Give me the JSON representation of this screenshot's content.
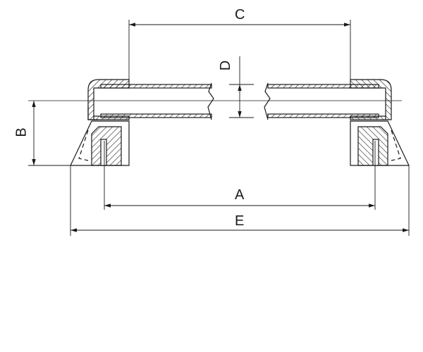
{
  "labels": {
    "a": "A",
    "b": "B",
    "c": "C",
    "d": "D",
    "e": "E"
  },
  "colors": {
    "line": "#1a1a1a",
    "background": "#ffffff"
  }
}
